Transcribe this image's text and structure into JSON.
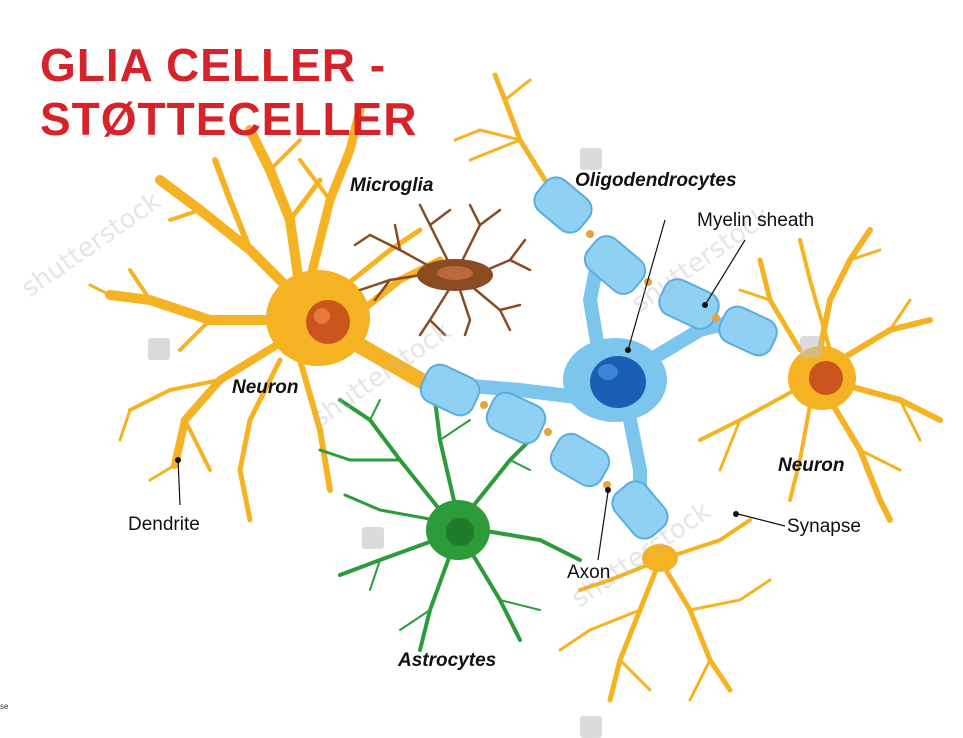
{
  "title": {
    "line1": "GLIA CELLER -",
    "line2": "STØTTECELLER",
    "color": "#d6232a"
  },
  "labels": {
    "microglia": "Microglia",
    "oligodendrocytes": "Oligodendrocytes",
    "myelin_sheath": "Myelin sheath",
    "neuron_left": "Neuron",
    "neuron_right": "Neuron",
    "dendrite": "Dendrite",
    "synapse": "Synapse",
    "axon": "Axon",
    "astrocytes": "Astrocytes"
  },
  "watermark": "shutterstock",
  "footer_fragment": "se",
  "colors": {
    "neuron": "#f5b324",
    "neuron_dark": "#e89b10",
    "nucleus": "#c9541c",
    "microglia": "#8a4a22",
    "astrocyte": "#2e9b3a",
    "oligo": "#7cc6ee",
    "oligo_nucleus": "#1a5fb4",
    "myelin_node": "#e7a23a"
  }
}
